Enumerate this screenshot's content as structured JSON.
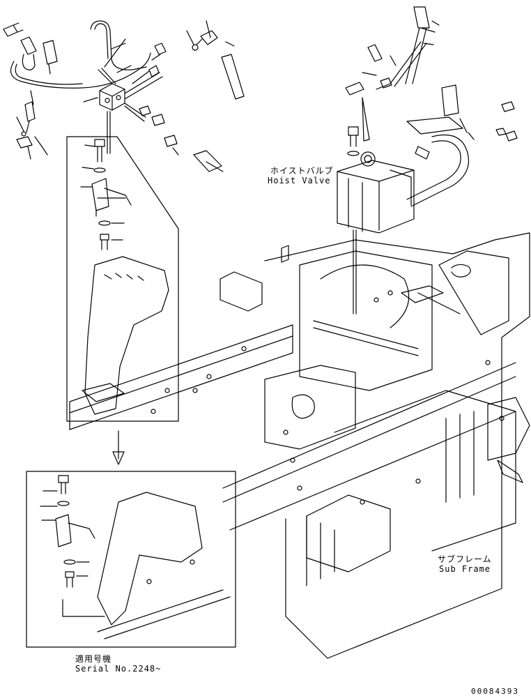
{
  "labels": {
    "hoist_valve_jp": "ホイストバルブ",
    "hoist_valve_en": "Hoist Valve",
    "sub_frame_jp": "サブフレーム",
    "sub_frame_en": "Sub Frame",
    "serial_jp": "適用号機",
    "serial_en": "Serial No.2248~",
    "drawing_number": "00084393"
  },
  "colors": {
    "line": "#000000",
    "background": "#ffffff"
  }
}
